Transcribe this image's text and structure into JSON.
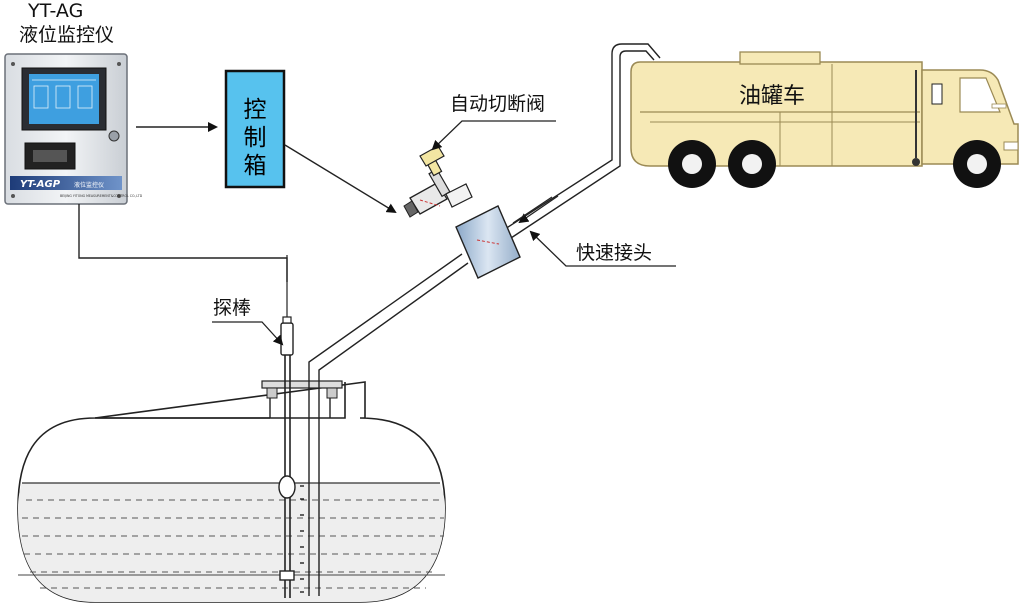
{
  "device": {
    "model": "YT-AG",
    "name": "液位监控仪",
    "panel_brand": "YT-AGP",
    "panel_name": "液位监控仪",
    "panel_maker": "BEIJING YITONG MEASUREMENT&CONTROL CO.,LTD"
  },
  "control_box": {
    "chars": [
      "控",
      "制",
      "箱"
    ]
  },
  "valve": {
    "label": "自动切断阀"
  },
  "coupling": {
    "label": "快速接头"
  },
  "probe": {
    "label": "探棒"
  },
  "truck": {
    "label": "油罐车"
  },
  "colors": {
    "control_box_fill": "#57c2ee",
    "truck_fill": "#f6e9b6",
    "truck_stroke": "#9b8a55",
    "line": "#222222"
  }
}
